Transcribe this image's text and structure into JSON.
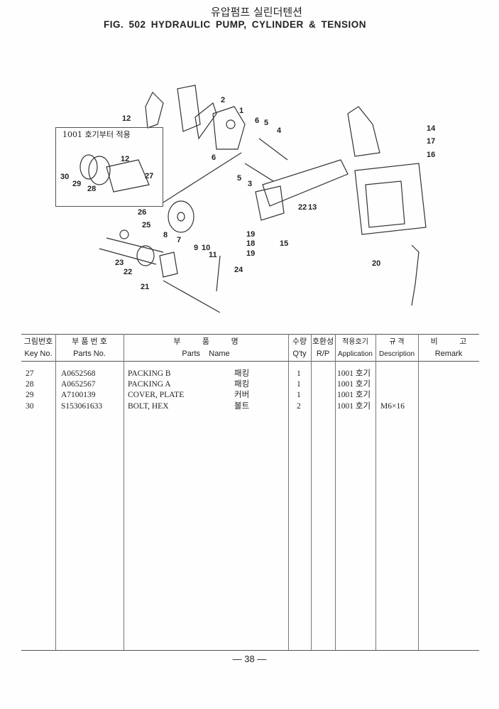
{
  "title": {
    "korean": "유압펌프 실린더텐션",
    "english": "FIG. 502  HYDRAULIC PUMP, CYLINDER &  TENSION"
  },
  "diagram": {
    "inset_label": "1001 호기부터 적용",
    "callouts": [
      "1",
      "2",
      "3",
      "4",
      "5",
      "6",
      "6",
      "5",
      "7",
      "8",
      "9",
      "10",
      "11",
      "12",
      "12",
      "13",
      "14",
      "15",
      "16",
      "17",
      "18",
      "19",
      "19",
      "20",
      "21",
      "22",
      "23",
      "24",
      "25",
      "26",
      "27",
      "28",
      "29",
      "30",
      "22"
    ]
  },
  "table": {
    "headers": [
      {
        "ko": "그림번호",
        "en": "Key No."
      },
      {
        "ko": "부 품 번 호",
        "en": "Parts No."
      },
      {
        "ko": "부          품          명",
        "en": "Parts    Name"
      },
      {
        "ko": "수량",
        "en": "Q'ty"
      },
      {
        "ko": "호환성",
        "en": "R/P"
      },
      {
        "ko": "적용호기",
        "en": "Application"
      },
      {
        "ko": "규  격",
        "en": "Description"
      },
      {
        "ko": "비          고",
        "en": "Remark"
      }
    ],
    "rows": [
      {
        "key": "27",
        "part_no": "A0652568",
        "name_en": "PACKING B",
        "name_ko": "패킹",
        "qty": "1",
        "rp": "",
        "application": "1001 호기",
        "description": "",
        "remark": ""
      },
      {
        "key": "28",
        "part_no": "A0652567",
        "name_en": "PACKING A",
        "name_ko": "패킹",
        "qty": "1",
        "rp": "",
        "application": "1001 호기",
        "description": "",
        "remark": ""
      },
      {
        "key": "29",
        "part_no": "A7100139",
        "name_en": "COVER, PLATE",
        "name_ko": "커버",
        "qty": "1",
        "rp": "",
        "application": "1001 호기",
        "description": "",
        "remark": ""
      },
      {
        "key": "30",
        "part_no": "S153061633",
        "name_en": "BOLT, HEX",
        "name_ko": "볼트",
        "qty": "2",
        "rp": "",
        "application": "1001 호기",
        "description": "M6×16",
        "remark": ""
      }
    ]
  },
  "page_number": "— 38 —"
}
